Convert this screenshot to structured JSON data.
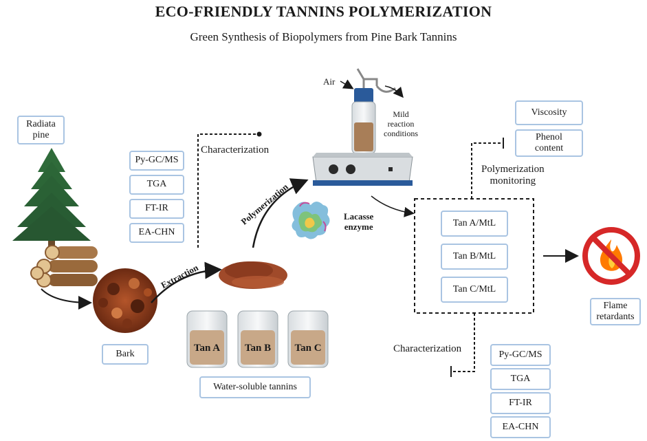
{
  "title": "ECO-FRIENDLY TANNINS POLYMERIZATION",
  "subtitle": "Green Synthesis of Biopolymers from Pine Bark Tannins",
  "left": {
    "pine_label": "Radiata\npine",
    "bark_label": "Bark",
    "extraction_label": "Extraction",
    "characterization_label": "Characterization",
    "char_methods": [
      "Py-GC/MS",
      "TGA",
      "FT-IR",
      "EA-CHN"
    ]
  },
  "center": {
    "polymerization_label": "Polymerization",
    "enzyme_label": "Lacasse\nenzyme",
    "air_label": "Air",
    "conditions_label": "Mild\nreaction\nconditions",
    "tannins": [
      "Tan A",
      "Tan B",
      "Tan C"
    ],
    "tannins_label": "Water-soluble tannins"
  },
  "right": {
    "monitoring_label": "Polymerization\nmonitoring",
    "monitoring_items": [
      "Viscosity",
      "Phenol\ncontent"
    ],
    "products": [
      "Tan A/MtL",
      "Tan B/MtL",
      "Tan C/MtL"
    ],
    "flame_label": "Flame\nretardants",
    "characterization_label": "Characterization",
    "char_methods": [
      "Py-GC/MS",
      "TGA",
      "FT-IR",
      "EA-CHN"
    ]
  },
  "colors": {
    "box_border": "#a9c4e2",
    "tannin_liquid": "#c8a888",
    "no_sign": "#d62828",
    "flame": "#ff7a00",
    "tree": "#2f6b3a",
    "bark": "#8a3a1c"
  }
}
